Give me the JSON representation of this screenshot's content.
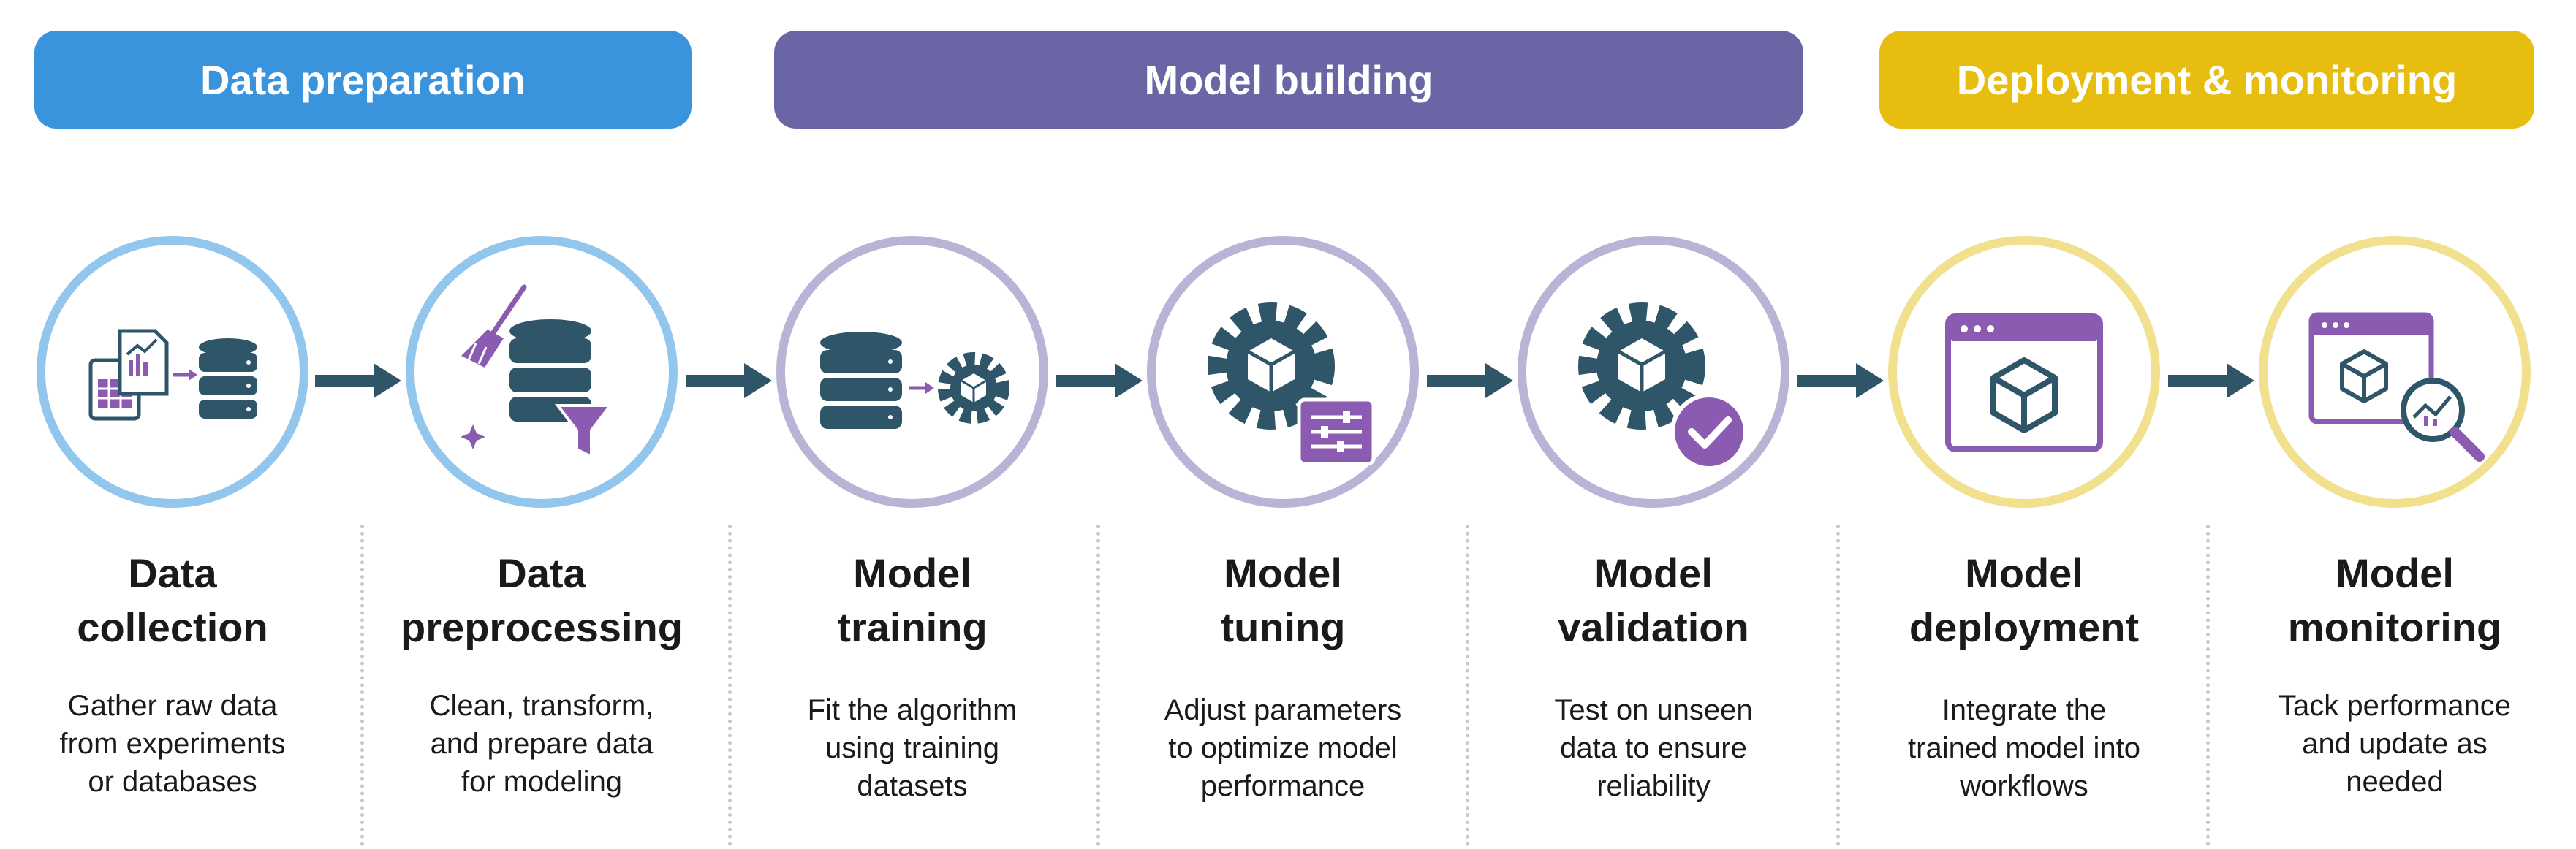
{
  "phases": [
    {
      "label": "Data preparation"
    },
    {
      "label": "Model building"
    },
    {
      "label": "Deployment & monitoring"
    }
  ],
  "steps": [
    {
      "title_line1": "Data",
      "title_line2": "collection",
      "desc": [
        "Gather raw data",
        "from experiments",
        "or databases"
      ]
    },
    {
      "title_line1": "Data",
      "title_line2": "preprocessing",
      "desc": [
        "Clean, transform,",
        "and prepare data",
        "for modeling"
      ]
    },
    {
      "title_line1": "Model",
      "title_line2": "training",
      "desc": [
        "Fit the algorithm",
        "using training",
        "datasets"
      ]
    },
    {
      "title_line1": "Model",
      "title_line2": "tuning",
      "desc": [
        "Adjust parameters",
        "to optimize model",
        "performance"
      ]
    },
    {
      "title_line1": "Model",
      "title_line2": "validation",
      "desc": [
        "Test on unseen",
        "data to ensure",
        "reliability"
      ]
    },
    {
      "title_line1": "Model",
      "title_line2": "deployment",
      "desc": [
        "Integrate the",
        "trained model into",
        "workflows"
      ]
    },
    {
      "title_line1": "Model",
      "title_line2": "monitoring",
      "desc": [
        "Tack performance",
        "and update as",
        "needed"
      ]
    }
  ],
  "icons": [
    "documents-database-icon",
    "database-cleaning-icon",
    "database-gear-icon",
    "gear-sliders-icon",
    "gear-checkmark-icon",
    "deployment-window-icon",
    "monitoring-window-icon"
  ],
  "colors": {
    "data_preparation": "#3a93dd",
    "model_building": "#6a66a5",
    "deployment_monitoring": "#e7bd10",
    "icon_dark": "#2f5568",
    "icon_accent": "#8a5bb0"
  }
}
